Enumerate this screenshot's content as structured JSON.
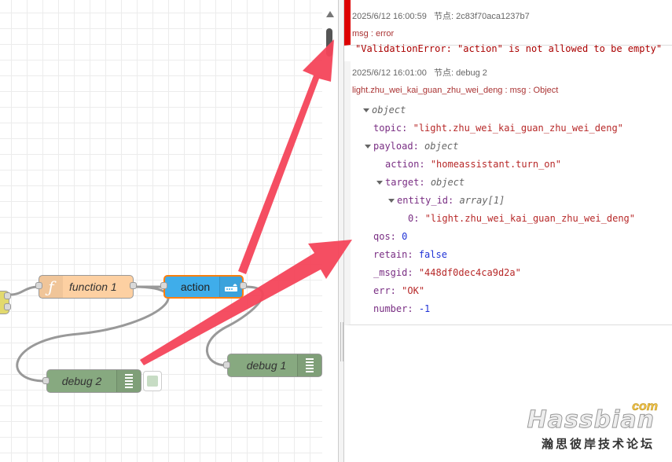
{
  "canvas": {
    "nodes": {
      "function1": {
        "label": "function 1",
        "icon": "function-icon",
        "color": "#fdd0a2"
      },
      "action": {
        "label": "action",
        "icon": "router-icon",
        "color": "#3fadea"
      },
      "debug2": {
        "label": "debug 2",
        "icon": "list-icon",
        "color": "#87a980"
      },
      "debug1": {
        "label": "debug 1",
        "icon": "list-icon",
        "color": "#87a980"
      }
    },
    "arrow_color": "#f4455a"
  },
  "sidebar": {
    "messages": [
      {
        "timestamp": "2025/6/12 16:00:59",
        "node_label": "节点: 2c83f70aca1237b7",
        "topic": "msg : error",
        "error_text": "\"ValidationError: \"action\" is not allowed to be empty\""
      },
      {
        "timestamp": "2025/6/12 16:01:00",
        "node_label": "节点: debug 2",
        "topic": "light.zhu_wei_kai_guan_zhu_wei_deng : msg : Object",
        "root_type": "object",
        "topic_key": "topic:",
        "topic_val": "\"light.zhu_wei_kai_guan_zhu_wei_deng\"",
        "payload_key": "payload:",
        "payload_type": "object",
        "action_key": "action:",
        "action_val": "\"homeassistant.turn_on\"",
        "target_key": "target:",
        "target_type": "object",
        "entity_key": "entity_id:",
        "entity_type": "array[1]",
        "entity0_key": "0:",
        "entity0_val": "\"light.zhu_wei_kai_guan_zhu_wei_deng\"",
        "qos_key": "qos:",
        "qos_val": "0",
        "retain_key": "retain:",
        "retain_val": "false",
        "msgid_key": "_msgid:",
        "msgid_val": "\"448df0dec4ca9d2a\"",
        "err_key": "err:",
        "err_val": "\"OK\"",
        "number_key": "number:",
        "number_val": "-1"
      }
    ]
  },
  "watermark": {
    "brand": "Hassbian",
    "com": "com",
    "cn": "瀚思彼岸技术论坛"
  }
}
